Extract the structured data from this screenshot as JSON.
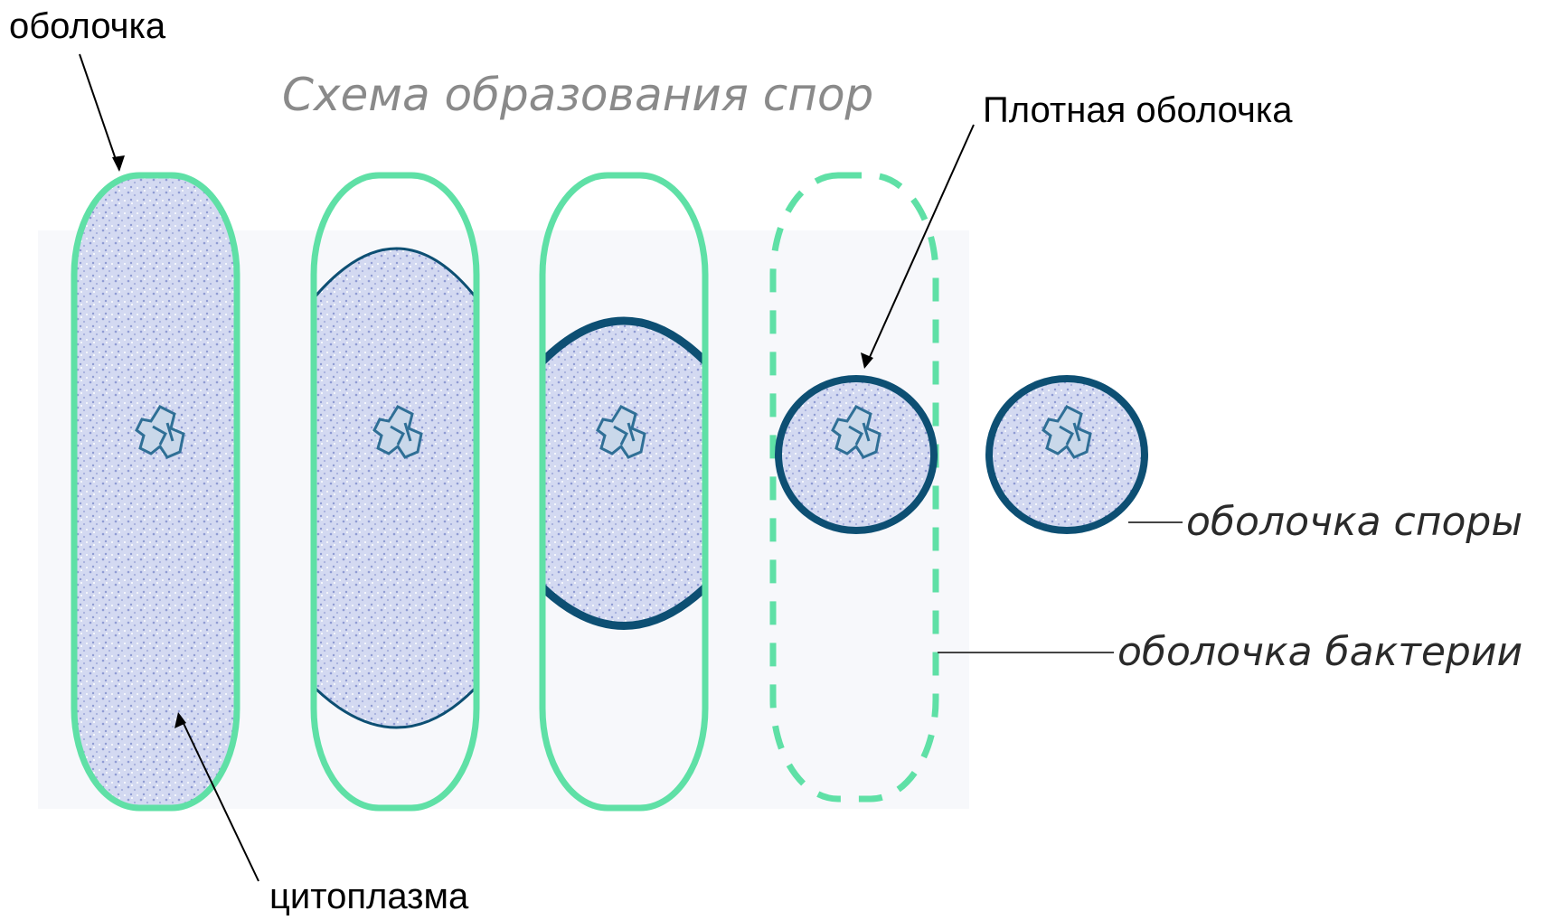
{
  "title": "Схема образования спор",
  "labels": {
    "shell": "оболочка",
    "cytoplasm": "цитоплазма",
    "dense_shell": "Плотная оболочка",
    "spore_shell": "оболочка споры",
    "bacterium_shell": "оболочка бактерии"
  },
  "colors": {
    "bacterium_wall": "#5fe0a6",
    "spore_wall": "#0d4f73",
    "cytoplasm_fill": "#cdd4ef",
    "cytoplasm_dots": "#8f9bd3",
    "nucleoid": "#2f6f96",
    "title": "#8a8a8a"
  },
  "stages": [
    {
      "name": "stage-1",
      "wall": "solid",
      "cytoplasm": "full"
    },
    {
      "name": "stage-2",
      "wall": "solid",
      "cytoplasm": "forespore-forming"
    },
    {
      "name": "stage-3",
      "wall": "solid",
      "cytoplasm": "forespore-with-dense-shell"
    },
    {
      "name": "stage-4",
      "wall": "dashed",
      "cytoplasm": "spore"
    },
    {
      "name": "stage-5",
      "wall": "none",
      "cytoplasm": "free-spore"
    }
  ]
}
